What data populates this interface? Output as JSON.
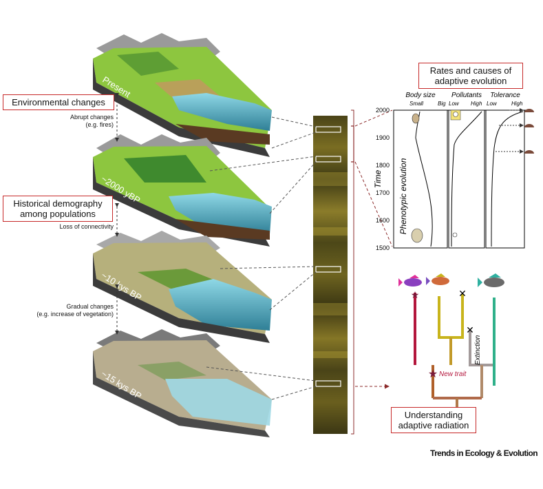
{
  "labels": {
    "env_changes": "Environmental changes",
    "abrupt": "Abrupt changes",
    "abrupt_eg": "(e.g. fires)",
    "hist_demo_1": "Historical demography",
    "hist_demo_2": "among populations",
    "loss": "Loss of connectivity",
    "gradual": "Gradual changes",
    "gradual_eg": "(e.g. increase of vegetation)",
    "rates_1": "Rates and causes of",
    "rates_2": "adaptive evolution",
    "radiation_1": "Understanding",
    "radiation_2": "adaptive radiation",
    "brand": "Trends in Ecology & Evolution"
  },
  "blocks": [
    {
      "label": "Present"
    },
    {
      "label": "~2000 yBP"
    },
    {
      "label": "~10 kys BP"
    },
    {
      "label": "~15 kys BP"
    }
  ],
  "chart": {
    "ylabel": "Time",
    "inner_label": "Phenotypic evolution",
    "ticks": [
      "2000",
      "1900",
      "1800",
      "1700",
      "1600",
      "1500"
    ],
    "panels": [
      {
        "title": "Body size",
        "low": "Small",
        "high": "Big"
      },
      {
        "title": "Pollutants",
        "low": "Low",
        "high": "High"
      },
      {
        "title": "Tolerance",
        "low": "Low",
        "high": "High"
      }
    ]
  },
  "tree": {
    "new_trait": "New trait",
    "extinction": "Extinction"
  },
  "colors": {
    "accent": "#c62828",
    "water": "#7fd0e0",
    "grass": "#8dc63f",
    "core": "#5a5220"
  }
}
